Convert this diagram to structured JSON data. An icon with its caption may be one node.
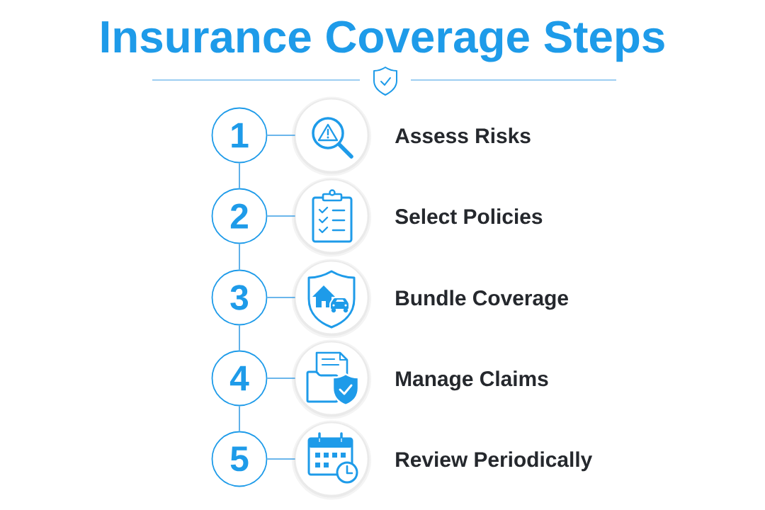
{
  "diagram": {
    "title": "Insurance Coverage Steps",
    "nodes": [
      {
        "text": [
          "1"
        ]
      },
      {
        "text": [],
        "shape": "circle",
        "beside": [
          "Assess Risks"
        ]
      },
      {
        "text": [
          "2"
        ]
      },
      {
        "text": [],
        "shape": "circle",
        "beside": [
          "Select Policies"
        ]
      },
      {
        "text": [
          "3"
        ]
      },
      {
        "text": [],
        "shape": "circle",
        "beside": [
          "Bundle Coverage"
        ]
      },
      {
        "text": [
          "4"
        ]
      },
      {
        "text": [],
        "shape": "circle",
        "beside": [
          "Manage Claims"
        ]
      },
      {
        "text": [
          "5"
        ]
      },
      {
        "text": [],
        "shape": "circle",
        "beside": [
          "Review Periodically"
        ]
      }
    ],
    "edges": [
      {
        "from": 0,
        "to": 1,
        "arrow": "none"
      },
      {
        "from": 0,
        "to": 2,
        "arrow": "none"
      },
      {
        "from": 2,
        "to": 3,
        "arrow": "none"
      },
      {
        "from": 2,
        "to": 4,
        "arrow": "none"
      },
      {
        "from": 4,
        "to": 5,
        "arrow": "none"
      },
      {
        "from": 4,
        "to": 6,
        "arrow": "none"
      },
      {
        "from": 6,
        "to": 7,
        "arrow": "none"
      },
      {
        "from": 6,
        "to": 8,
        "arrow": "none"
      },
      {
        "from": 8,
        "to": 9,
        "arrow": "none"
      }
    ]
  }
}
